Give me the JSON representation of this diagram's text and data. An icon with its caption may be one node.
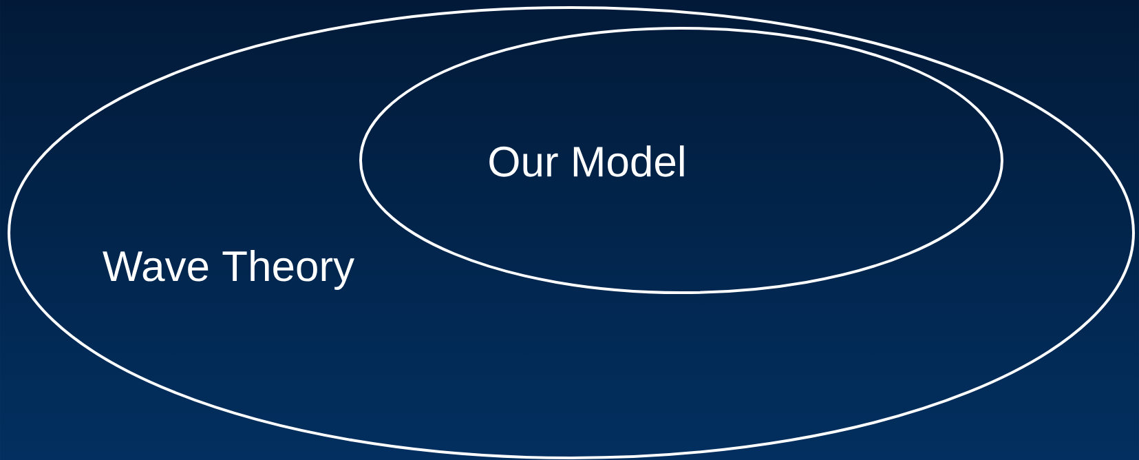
{
  "diagram": {
    "nodes": [
      {
        "text": [
          "Wave Theory"
        ]
      },
      {
        "text": [
          "Our Model"
        ],
        "in": 0
      }
    ]
  }
}
